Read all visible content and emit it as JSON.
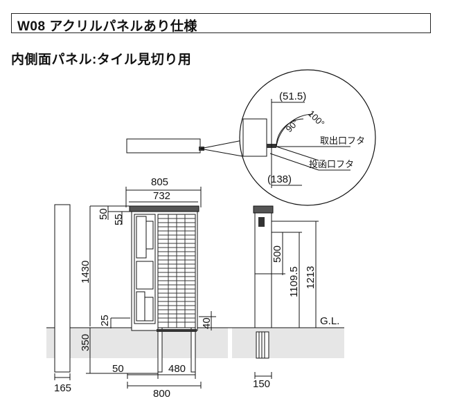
{
  "header": {
    "title": "W08 アクリルパネルあり仕様"
  },
  "subtitle": "内側面パネル:タイル見切り用",
  "detail": {
    "dim_top": "(51.5)",
    "angle_90": "90°",
    "angle_100": "100°",
    "label_take_out": "取出口フタ",
    "label_insert": "投函口フタ",
    "dim_bottom": "(138)"
  },
  "front": {
    "w_overall": "805",
    "w_inner": "732",
    "h_top": "50",
    "h_top2": "55",
    "h_total": "1430",
    "h_bottom": "25",
    "h_foot": "40",
    "h_ground": "350",
    "w_leg": "50",
    "w_base": "480",
    "w_base_total": "800"
  },
  "side": {
    "h_500": "500",
    "h_1109": "1109.5",
    "h_1213": "1213",
    "gl": "G.L.",
    "w_side": "150"
  },
  "post": {
    "w_post": "165"
  }
}
